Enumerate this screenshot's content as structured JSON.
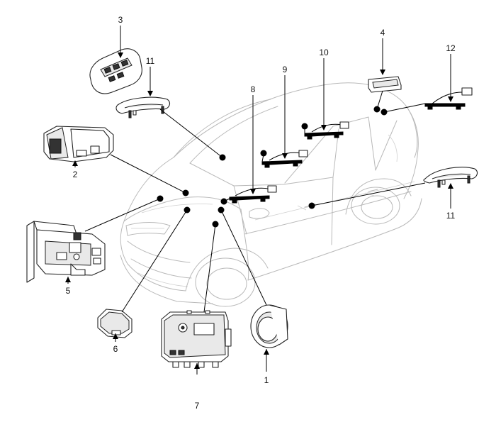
{
  "diagram": {
    "callouts": [
      {
        "id": "callout-1",
        "label": "1"
      },
      {
        "id": "callout-2",
        "label": "2"
      },
      {
        "id": "callout-3",
        "label": "3"
      },
      {
        "id": "callout-4",
        "label": "4"
      },
      {
        "id": "callout-5",
        "label": "5"
      },
      {
        "id": "callout-6",
        "label": "6"
      },
      {
        "id": "callout-7",
        "label": "7"
      },
      {
        "id": "callout-8",
        "label": "8"
      },
      {
        "id": "callout-9",
        "label": "9"
      },
      {
        "id": "callout-10",
        "label": "10"
      },
      {
        "id": "callout-11a",
        "label": "11"
      },
      {
        "id": "callout-11b",
        "label": "11"
      },
      {
        "id": "callout-12",
        "label": "12"
      }
    ]
  }
}
